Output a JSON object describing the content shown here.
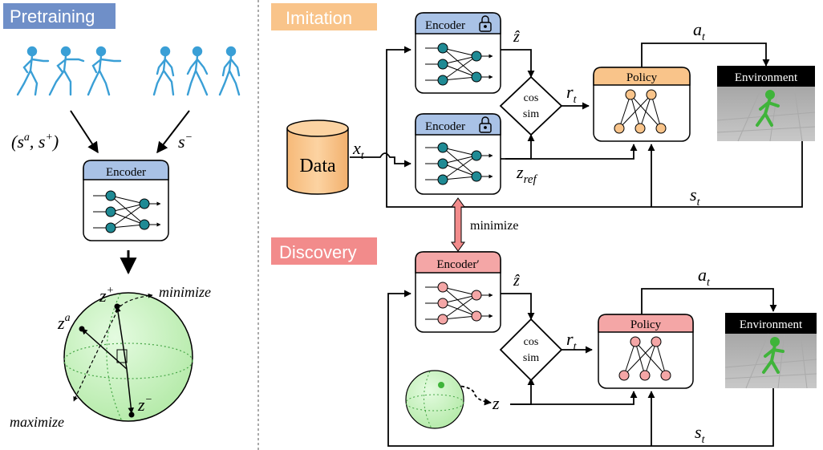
{
  "sections": {
    "pretraining": "Pretraining",
    "imitation": "Imitation",
    "discovery": "Discovery"
  },
  "pretraining": {
    "encoder_title": "Encoder",
    "pair_label": "(s^a, s^+)",
    "neg_label": "s^−",
    "za_label": "z^a",
    "zplus_label": "z^+",
    "zminus_label": "z^−",
    "minimize_label": "minimize",
    "maximize_label": "maximize"
  },
  "imitation": {
    "data_label": "Data",
    "xt_label": "x_t",
    "encoder_top": "Encoder",
    "encoder_bottom": "Encoder",
    "zhat_label": "ẑ",
    "zref_label": "z_ref",
    "cos_top": "cos",
    "cos_bottom": "sim",
    "rt_label": "r_t",
    "policy_title": "Policy",
    "at_label": "a_t",
    "st_label": "s_t",
    "env_title": "Environment"
  },
  "link": {
    "minimize_label": "minimize"
  },
  "discovery": {
    "encoder_title": "Encoder′",
    "zhat_label": "ẑ",
    "z_label": "z",
    "cos_top": "cos",
    "cos_bottom": "sim",
    "rt_label": "r_t",
    "policy_title": "Policy",
    "at_label": "a_t",
    "st_label": "s_t",
    "env_title": "Environment"
  },
  "colors": {
    "pretraining_tab": "#6f8fc8",
    "imitation_tab": "#f9c48a",
    "discovery_tab": "#f28b8b",
    "encoder_header_blue": "#a9c2e6",
    "encoder_header_pink": "#f4a6a6",
    "policy_header_orange": "#f9c48a",
    "policy_header_pink": "#f4a6a6",
    "node_teal": "#1f8a94",
    "node_orange": "#f9c48a",
    "node_pink": "#f4a6a6",
    "sphere_green": "#c8f2c0",
    "data_orange": "#f9c48a",
    "skeleton_blue": "#3a9fd6",
    "env_black": "#000000"
  }
}
